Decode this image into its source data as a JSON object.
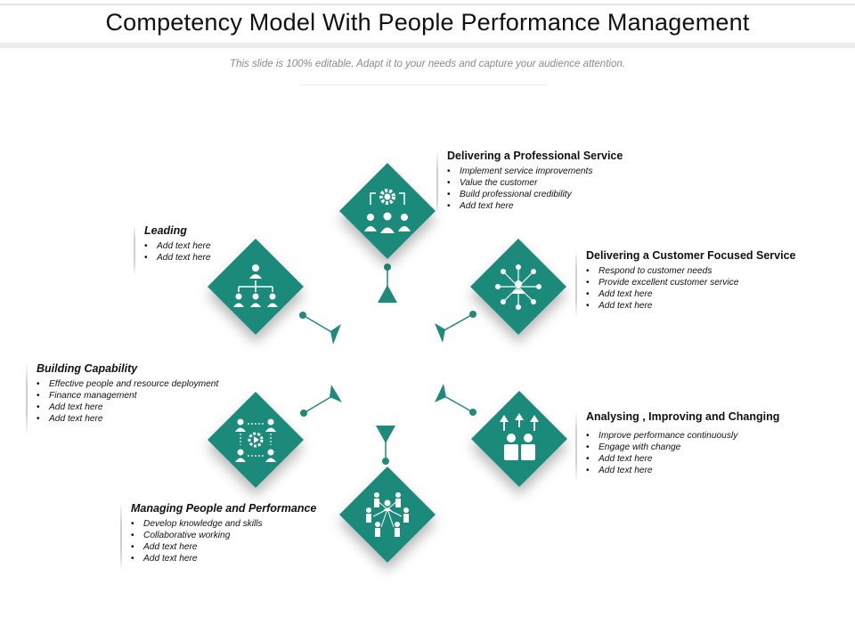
{
  "title": "Competency Model With People Performance Management",
  "subtitle": "This slide is 100% editable. Adapt it to your needs and capture your audience attention.",
  "colors": {
    "teal": "#1f8a7a",
    "text": "#111111",
    "muted": "#8a8a8a"
  },
  "blocks": {
    "professional": {
      "heading": "Delivering a Professional  Service",
      "items": [
        "Implement service improvements",
        "Value the customer",
        "Build professional credibility",
        "Add text here"
      ]
    },
    "customer": {
      "heading": "Delivering a Customer Focused Service",
      "items": [
        "Respond to customer needs",
        "Provide excellent customer service",
        "Add text here",
        "Add text here"
      ]
    },
    "analysing": {
      "heading": "Analysing , Improving and Changing",
      "items": [
        "Improve performance continuously",
        "Engage with change",
        "Add text here",
        "Add text here"
      ]
    },
    "managing": {
      "heading": "Managing People and Performance",
      "items": [
        "Develop knowledge and skills",
        "Collaborative working",
        "Add text here",
        "Add text here"
      ]
    },
    "building": {
      "heading": "Building Capability",
      "items": [
        "Effective people and resource deployment",
        "Finance management",
        "Add text here",
        "Add text here"
      ]
    },
    "leading": {
      "heading": "Leading",
      "items": [
        "Add text here",
        "Add text here"
      ]
    }
  },
  "icons": {
    "professional": "team-gear-icon",
    "customer": "customer-network-icon",
    "analysing": "growth-arrows-people-icon",
    "managing": "people-network-icon",
    "building": "process-cycle-icon",
    "leading": "org-chart-icon"
  }
}
